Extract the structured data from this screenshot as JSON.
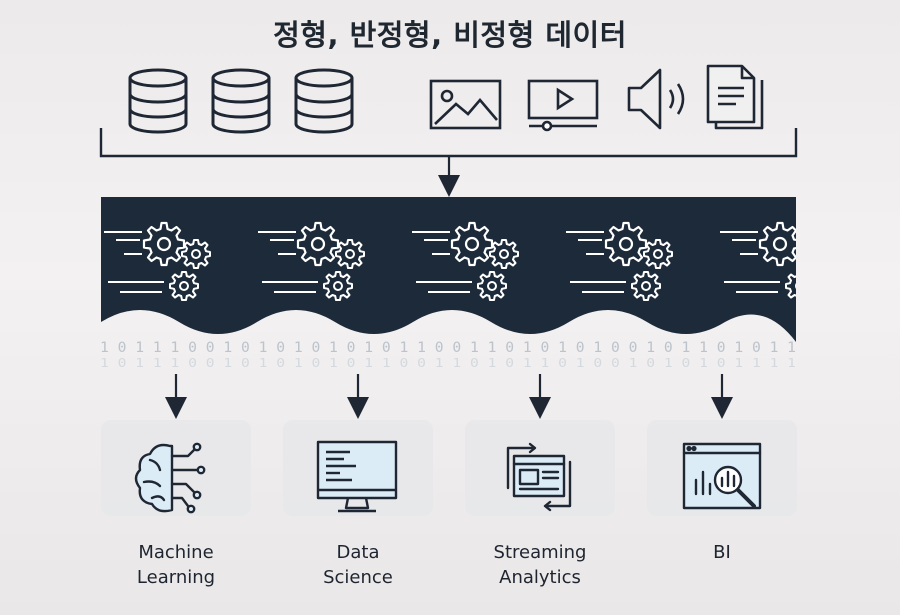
{
  "title": "정형, 반정형, 비정형 데이터",
  "binary_row_1": "1 0 1 1 1 0 0 1 0 1 0 1 0 1 0 1 0 1 1 0 0 1 1 0 1 0 1 0 1 0 0 1 0 1 1 0 1 0 1 1",
  "binary_row_2": "1 0 1 1 1 0 0 1 0 1 0 1 0 1 0 1 1 0 0 1 1 0 1 0 1 1 0 1 0 0 1 0 1 0 1 0 1 1 1 1",
  "outputs": [
    {
      "line1": "Machine",
      "line2": "Learning",
      "icon": "brain-circuit-icon"
    },
    {
      "line1": "Data",
      "line2": "Science",
      "icon": "monitor-code-icon"
    },
    {
      "line1": "Streaming",
      "line2": "Analytics",
      "icon": "streaming-window-icon"
    },
    {
      "line1": "BI",
      "line2": "",
      "icon": "bi-dashboard-icon"
    }
  ],
  "sources": [
    "database-icon",
    "database-icon",
    "database-icon",
    "image-icon",
    "video-icon",
    "audio-icon",
    "document-icon"
  ],
  "colors": {
    "dark": "#1c2a3a",
    "stroke": "#1e2733",
    "icon_fill": "#dcecf7"
  }
}
